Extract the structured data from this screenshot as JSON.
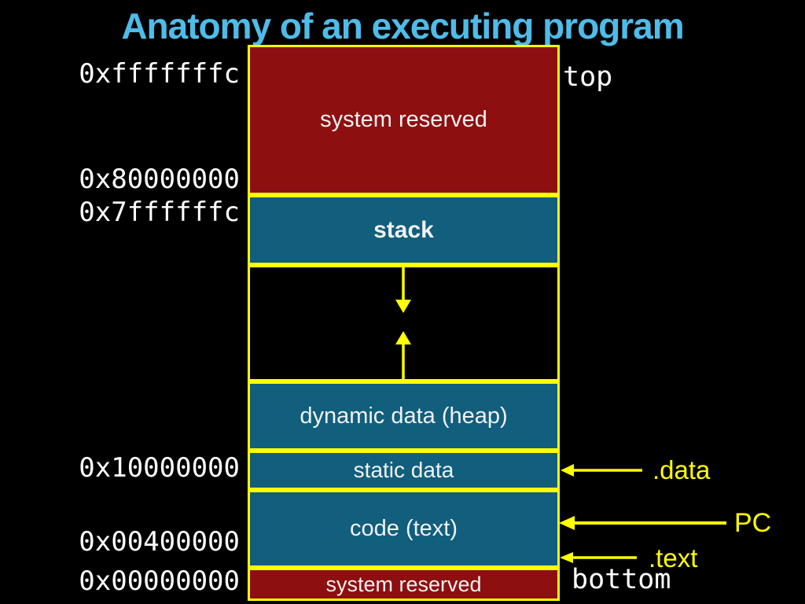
{
  "title": "Anatomy of an executing program",
  "colors": {
    "background": "#000000",
    "title_blue": "#4ebce9",
    "reserved_red": "#8e0f0f",
    "section_teal": "#115e7d",
    "accent_yellow": "#ffff00",
    "text_white": "#f2f2f2"
  },
  "memory_map": {
    "system_reserved_top": "system reserved",
    "stack": "stack",
    "heap": "dynamic data (heap)",
    "static_data": "static data",
    "code": "code (text)",
    "system_reserved_bottom": "system reserved"
  },
  "addresses": {
    "top_of_memory": "0xfffffffc",
    "system_boundary": "0x80000000",
    "stack_top": "0x7ffffffc",
    "static_data_base": "0x10000000",
    "code_base": "0x00400000",
    "zero": "0x00000000"
  },
  "pointer_labels": {
    "top": "top",
    "data_segment": ".data",
    "pc": "PC",
    "text_segment": ".text",
    "bottom": "bottom"
  }
}
